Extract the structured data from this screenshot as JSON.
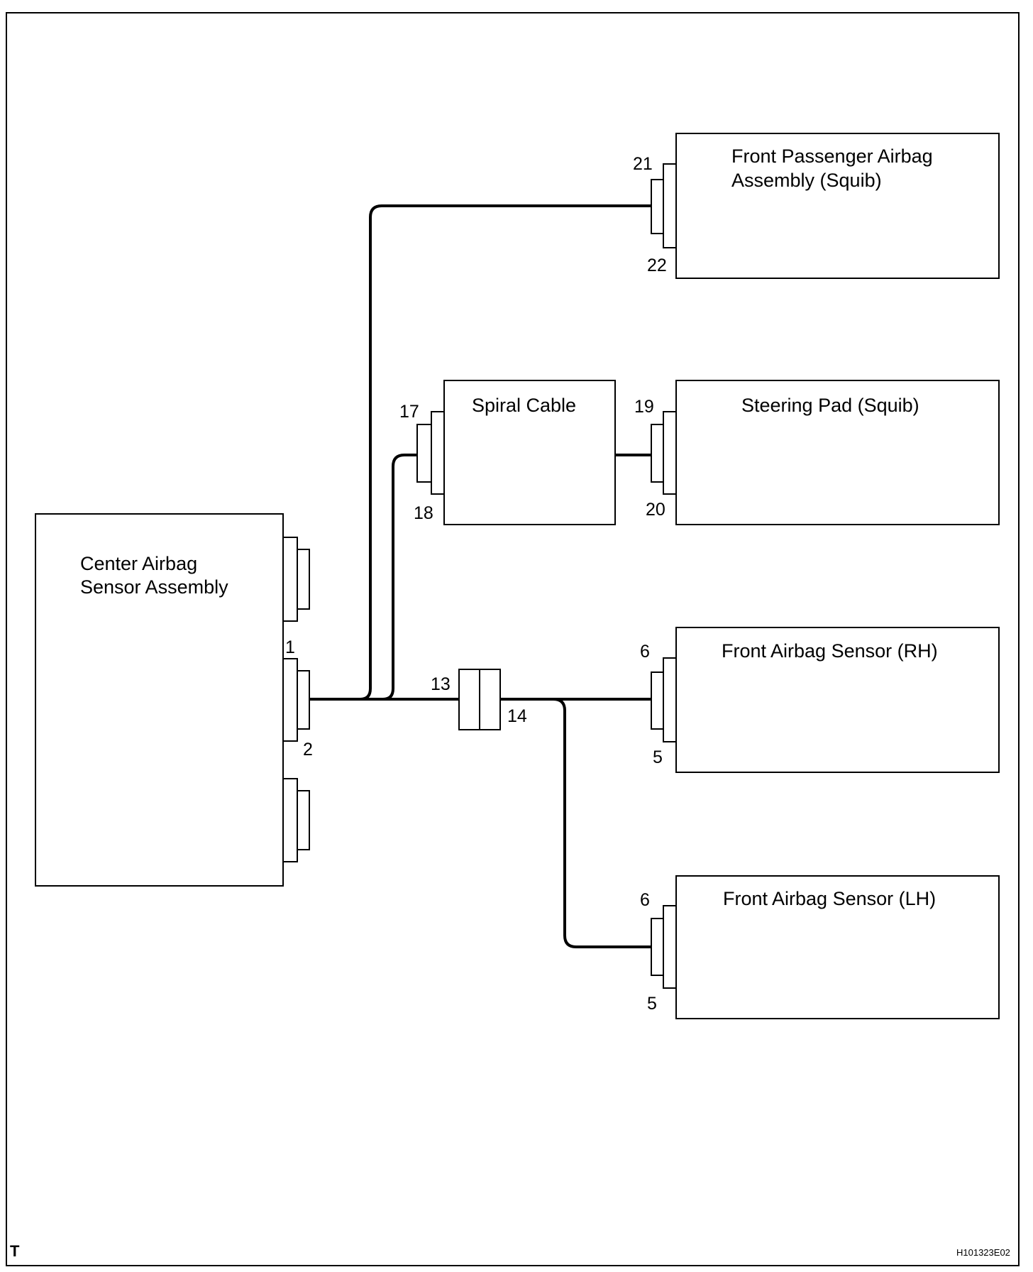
{
  "components": {
    "center": {
      "line1": "Center Airbag",
      "line2": "Sensor Assembly",
      "pin_top": "1",
      "pin_bottom": "2"
    },
    "passenger": {
      "line1": "Front Passenger Airbag",
      "line2": "Assembly  (Squib)",
      "pin_top": "21",
      "pin_bottom": "22"
    },
    "spiral": {
      "label": "Spiral Cable",
      "pin_top": "17",
      "pin_bottom": "18"
    },
    "steering": {
      "label": "Steering Pad (Squib)",
      "pin_top": "19",
      "pin_bottom": "20"
    },
    "junction": {
      "pin_left": "13",
      "pin_right": "14"
    },
    "sensor_rh": {
      "label": "Front Airbag Sensor (RH)",
      "pin_top": "6",
      "pin_bottom": "5"
    },
    "sensor_lh": {
      "label": "Front Airbag Sensor (LH)",
      "pin_top": "6",
      "pin_bottom": "5"
    }
  },
  "corner_mark": "T",
  "figure_code": "H101323E02"
}
